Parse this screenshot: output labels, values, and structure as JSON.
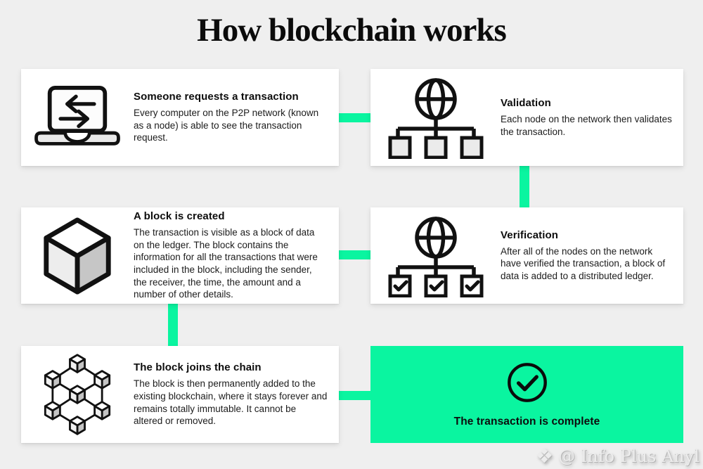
{
  "page": {
    "title": "How blockchain works",
    "background": "#efefef",
    "accent": "#0AF5A0"
  },
  "cards": [
    {
      "id": "request",
      "icon": "laptop-transfer-icon",
      "title": "Someone requests a transaction",
      "body": "Every computer on the P2P network (known as a node) is able to see the transaction request."
    },
    {
      "id": "validation",
      "icon": "globe-network-icon",
      "title": "Validation",
      "body": "Each node on the network then validates the transaction."
    },
    {
      "id": "block-created",
      "icon": "cube-icon",
      "title": "A block is created",
      "body": "The transaction is visible as a block of data on the ledger. The block contains the information for all the transactions that were included in the block, including the sender, the receiver, the time, the amount and a number of other details."
    },
    {
      "id": "verification",
      "icon": "globe-network-check-icon",
      "title": "Verification",
      "body": "After all of the nodes on the network have verified the transaction, a block of data is added to a distributed ledger."
    },
    {
      "id": "joins-chain",
      "icon": "blockchain-lattice-icon",
      "title": "The block joins the chain",
      "body": "The block is then permanently added to the existing blockchain, where it stays forever and remains totally immutable. It cannot be altered or removed."
    },
    {
      "id": "complete",
      "icon": "check-circle-icon",
      "title": "The transaction is complete",
      "body": ""
    }
  ],
  "watermark": {
    "icon_glyph": "❖",
    "text": "@ Info Plus Anyl"
  }
}
